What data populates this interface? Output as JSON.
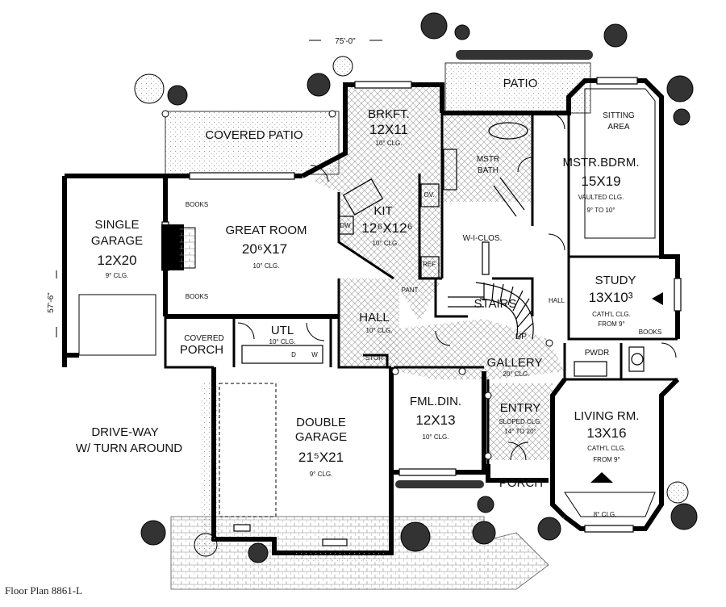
{
  "overall": {
    "width": "75'-0\"",
    "depth": "57'-6\""
  },
  "caption": "Floor Plan 8861-L",
  "rooms": {
    "patio": "PATIO",
    "covered_patio": "COVERED PATIO",
    "brkft": {
      "name": "BRKFT.",
      "size": "12X11",
      "clg": "10° CLG."
    },
    "kit": {
      "name": "KIT",
      "size": "12⁶X12⁶",
      "clg": "10° CLG."
    },
    "great_room": {
      "name": "GREAT ROOM",
      "size": "20⁶X17",
      "clg": "10° CLG."
    },
    "single_garage": {
      "name1": "SINGLE",
      "name2": "GARAGE",
      "size": "12X20",
      "clg": "9° CLG."
    },
    "mstr_bath": {
      "l1": "MSTR",
      "l2": "BATH"
    },
    "sitting": {
      "l1": "SITTING",
      "l2": "AREA"
    },
    "mstr_bdrm": {
      "name": "MSTR.BDRM.",
      "size": "15X19",
      "clg1": "VAULTED CLG.",
      "clg2": "9° TO 10°"
    },
    "wic": "W-I-CLOS.",
    "study": {
      "name": "STUDY",
      "size": "13X10³",
      "clg1": "CATH'L CLG.",
      "clg2": "FROM 9°"
    },
    "hall_right": "HALL",
    "stairs": "STAIRS",
    "up": "UP",
    "hall": {
      "name": "HALL",
      "clg": "10° CLG."
    },
    "utl": {
      "name": "UTL",
      "clg": "10° CLG."
    },
    "covered_porch": {
      "l1": "COVERED",
      "l2": "PORCH"
    },
    "gallery": {
      "name": "GALLERY",
      "clg": "20° CLG."
    },
    "pwdr": "PWDR",
    "stor": "STOR",
    "fml_din": {
      "name": "FML.DIN.",
      "size": "12X13",
      "clg": "10° CLG."
    },
    "entry": {
      "name": "ENTRY",
      "clg1": "SLOPED CLG.",
      "clg2": "14° TO 20°"
    },
    "living": {
      "name": "LIVING RM.",
      "size": "13X16",
      "clg1": "CATH'L CLG.",
      "clg2": "FROM 9°",
      "clg3": "8° CLG."
    },
    "double_garage": {
      "name1": "DOUBLE",
      "name2": "GARAGE",
      "size": "21⁵X21",
      "clg": "9° CLG."
    },
    "porch": "PORCH",
    "driveway": {
      "l1": "DRIVE-WAY",
      "l2": "W/ TURN AROUND"
    }
  },
  "fixtures": {
    "ov": "OV.",
    "ref": "REF",
    "dw": "DW",
    "pant": "PANT",
    "d": "D",
    "w": "W",
    "books": "BOOKS"
  }
}
